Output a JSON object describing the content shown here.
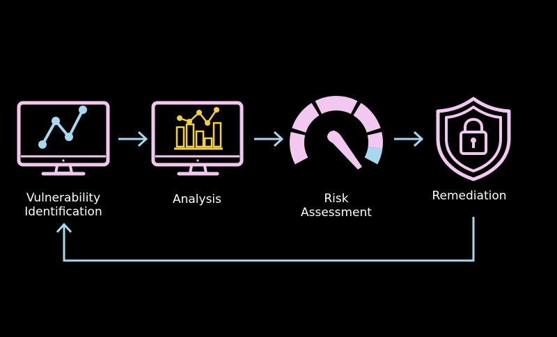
{
  "steps": [
    {
      "label": "Vulnerability\nIdentification",
      "icon": "line-chart-monitor-icon"
    },
    {
      "label": "Analysis",
      "icon": "bar-chart-monitor-icon"
    },
    {
      "label": "Risk\nAssessment",
      "icon": "gauge-icon"
    },
    {
      "label": "Remediation",
      "icon": "shield-lock-icon"
    }
  ],
  "colors": {
    "background": "#000000",
    "icon_outline": "#f3c8f0",
    "accent_blue": "#a8d8f0",
    "accent_yellow": "#f5d23a",
    "text": "#ffffff"
  }
}
